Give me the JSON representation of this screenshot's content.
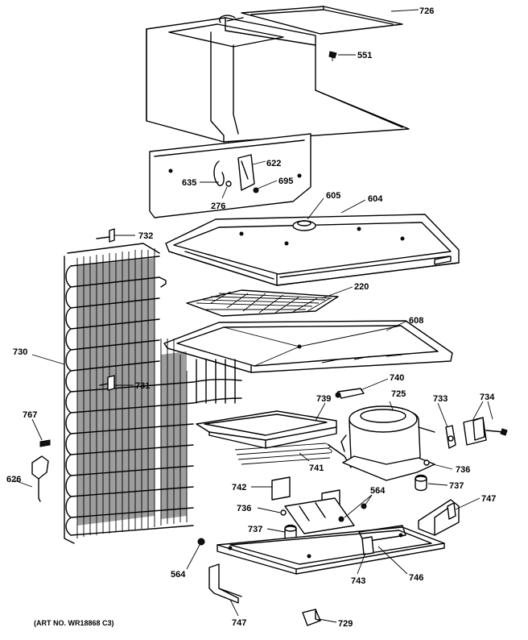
{
  "footer": {
    "art_no": "(ART NO. WR18868 C3)"
  },
  "callouts": {
    "c726": "726",
    "c551": "551",
    "c622": "622",
    "c635": "635",
    "c695": "695",
    "c276": "276",
    "c605": "605",
    "c604": "604",
    "c732": "732",
    "c220": "220",
    "c608": "608",
    "c730": "730",
    "c740": "740",
    "c731": "731",
    "c725": "725",
    "c739": "739",
    "c733": "733",
    "c734": "734",
    "c767": "767",
    "c741": "741",
    "c736a": "736",
    "c626": "626",
    "c737a": "737",
    "c742": "742",
    "c564a": "564",
    "c747a": "747",
    "c736b": "736",
    "c737b": "737",
    "c564b": "564",
    "c743": "743",
    "c746": "746",
    "c747b": "747",
    "c729": "729"
  }
}
